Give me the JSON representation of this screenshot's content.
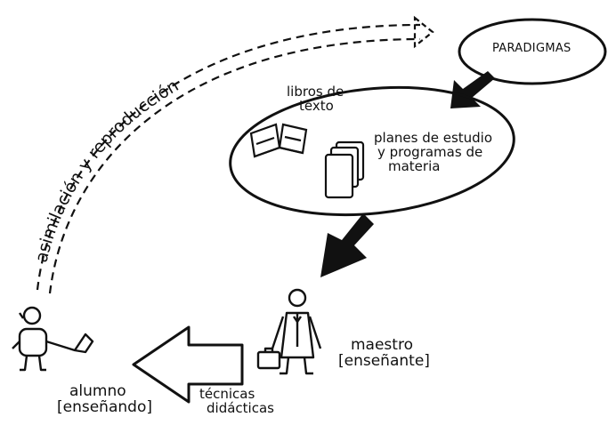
{
  "labels": {
    "paradigmas": "PARADIGMAS",
    "libros_line1": "libros de",
    "libros_line2": "texto",
    "planes_line1": "planes de estudio",
    "planes_line2": "y programas de",
    "planes_line3": "materia",
    "maestro_line1": "maestro",
    "maestro_line2": "[enseñante]",
    "alumno_line1": "alumno",
    "alumno_line2": "[enseñando]",
    "tecnicas_line1": "técnicas",
    "tecnicas_line2": "didácticas",
    "asimilacion": "asimilación y reproducción"
  },
  "colors": {
    "ink": "#111111",
    "paper": "#ffffff"
  }
}
